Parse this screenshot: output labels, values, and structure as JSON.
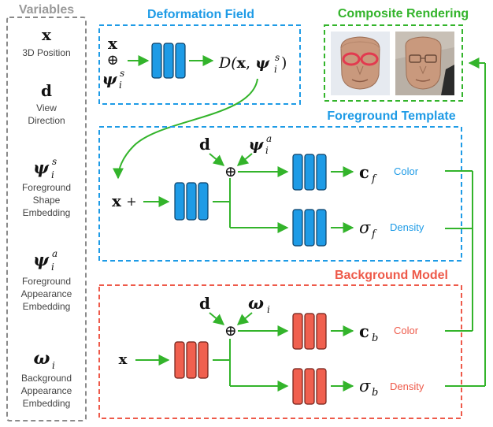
{
  "variables": {
    "title": "Variables",
    "items": [
      {
        "symbol": "x",
        "label_lines": [
          "3D Position"
        ]
      },
      {
        "symbol": "d",
        "label_lines": [
          "View",
          "Direction"
        ]
      },
      {
        "symbol": "ψ",
        "sub": "i",
        "sup": "s",
        "label_lines": [
          "Foreground",
          "Shape",
          "Embedding"
        ]
      },
      {
        "symbol": "ψ",
        "sub": "i",
        "sup": "a",
        "label_lines": [
          "Foreground",
          "Appearance",
          "Embedding"
        ]
      },
      {
        "symbol": "ω",
        "sub": "i",
        "label_lines": [
          "Background",
          "Appearance",
          "Embedding"
        ]
      }
    ]
  },
  "deformation": {
    "title": "Deformation Field",
    "input_x": "x",
    "plus": "⊕",
    "psi": "ψ",
    "psi_sub": "i",
    "psi_sup": "s",
    "output": {
      "pre": "D(",
      "x": "x",
      "comma": ", ",
      "psi": "ψ",
      "sub": "i",
      "sup": "s",
      "post": ")"
    }
  },
  "composite": {
    "title": "Composite Rendering"
  },
  "foreground": {
    "title": "Foreground Template",
    "input_x": "x",
    "input_plus": "+",
    "d": "d",
    "psi": "ψ",
    "psi_sub": "i",
    "psi_sup": "a",
    "oplus": "⊕",
    "color_symbol": "c",
    "color_sub": "f",
    "color_label": "Color",
    "density_symbol": "σ",
    "density_sub": "f",
    "density_label": "Density"
  },
  "background": {
    "title": "Background Model",
    "input_x": "x",
    "d": "d",
    "omega": "ω",
    "omega_sub": "i",
    "oplus": "⊕",
    "color_symbol": "c",
    "color_sub": "b",
    "color_label": "Color",
    "density_symbol": "σ",
    "density_sub": "b",
    "density_label": "Density"
  },
  "colors": {
    "blue": "#1e9be6",
    "red": "#ee5a4a",
    "green": "#33b42b",
    "gray": "#8a8a8a",
    "mlp_blue": "#1e9be6",
    "mlp_red": "#f0604f"
  }
}
